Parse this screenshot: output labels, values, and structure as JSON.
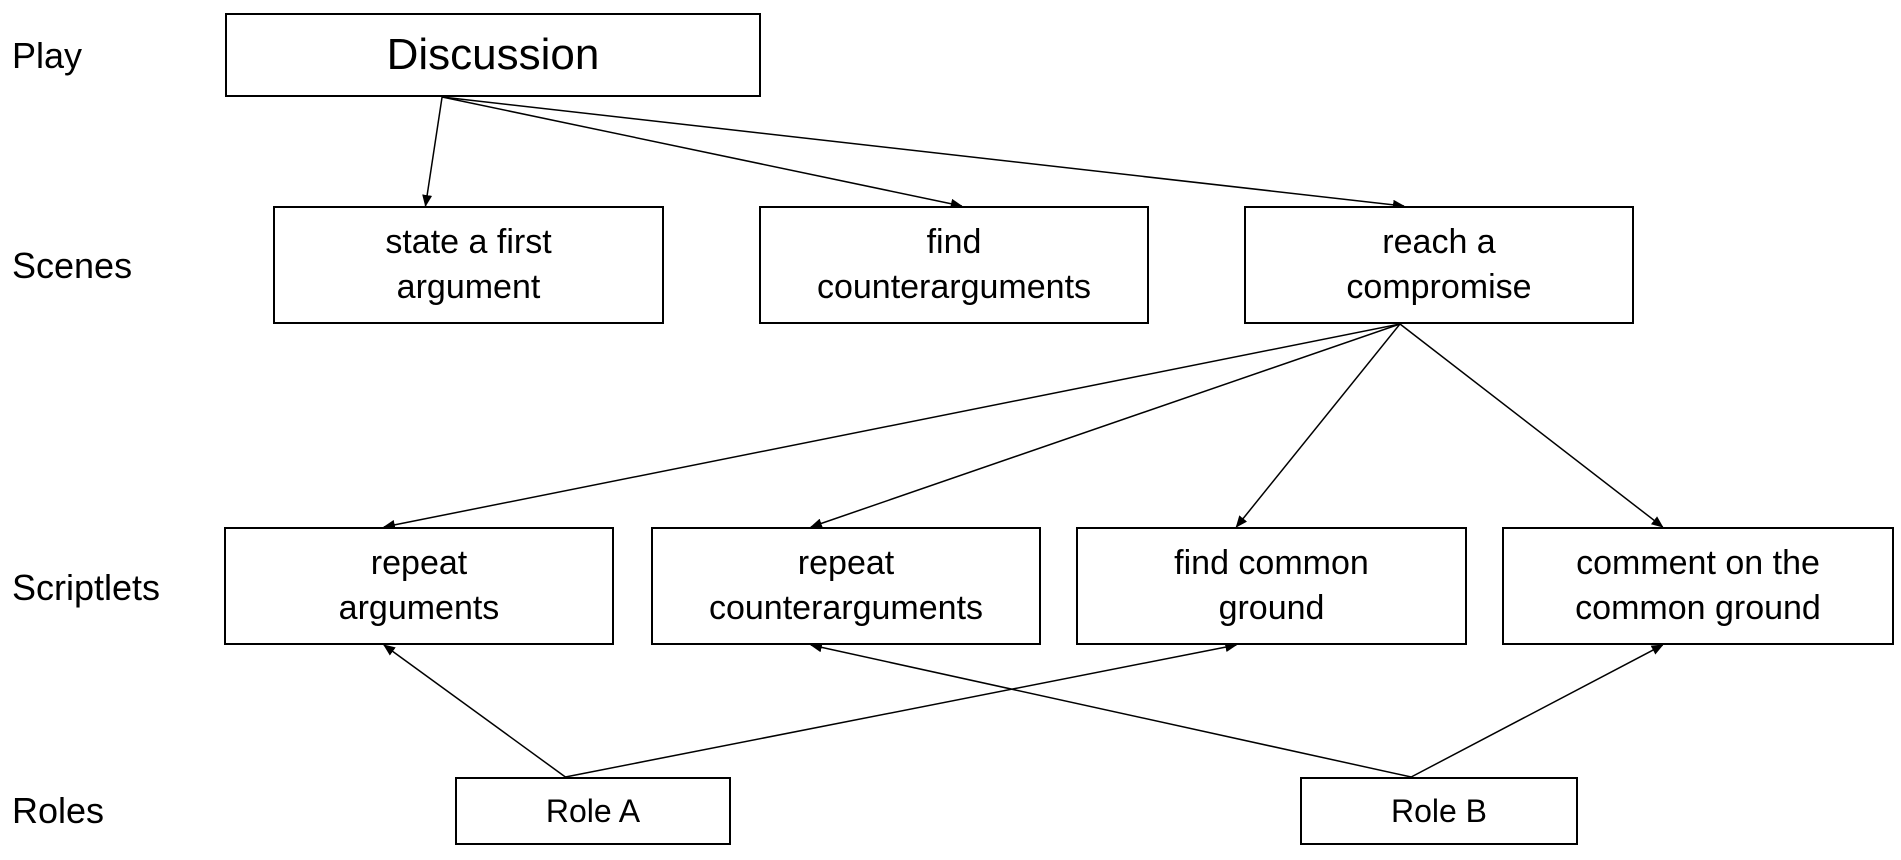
{
  "levels": {
    "play": "Play",
    "scenes": "Scenes",
    "scriptlets": "Scriptlets",
    "roles": "Roles"
  },
  "play": {
    "title": "Discussion"
  },
  "scenes": [
    {
      "line1": "state a first",
      "line2": "argument"
    },
    {
      "line1": "find",
      "line2": "counterarguments"
    },
    {
      "line1": "reach a",
      "line2": "compromise"
    }
  ],
  "scriptlets": [
    {
      "line1": "repeat",
      "line2": "arguments"
    },
    {
      "line1": "repeat",
      "line2": "counterarguments"
    },
    {
      "line1": "find common",
      "line2": "ground"
    },
    {
      "line1": "comment on the",
      "line2": "common ground"
    }
  ],
  "roles": [
    {
      "label": "Role A"
    },
    {
      "label": "Role B"
    }
  ],
  "edges": [
    {
      "from": "play",
      "to": "scene-0"
    },
    {
      "from": "play",
      "to": "scene-1"
    },
    {
      "from": "play",
      "to": "scene-2"
    },
    {
      "from": "scene-2",
      "to": "scriptlet-0"
    },
    {
      "from": "scene-2",
      "to": "scriptlet-1"
    },
    {
      "from": "scene-2",
      "to": "scriptlet-2"
    },
    {
      "from": "scene-2",
      "to": "scriptlet-3"
    },
    {
      "from": "role-0",
      "to": "scriptlet-0"
    },
    {
      "from": "role-0",
      "to": "scriptlet-2"
    },
    {
      "from": "role-1",
      "to": "scriptlet-1"
    },
    {
      "from": "role-1",
      "to": "scriptlet-3"
    }
  ]
}
